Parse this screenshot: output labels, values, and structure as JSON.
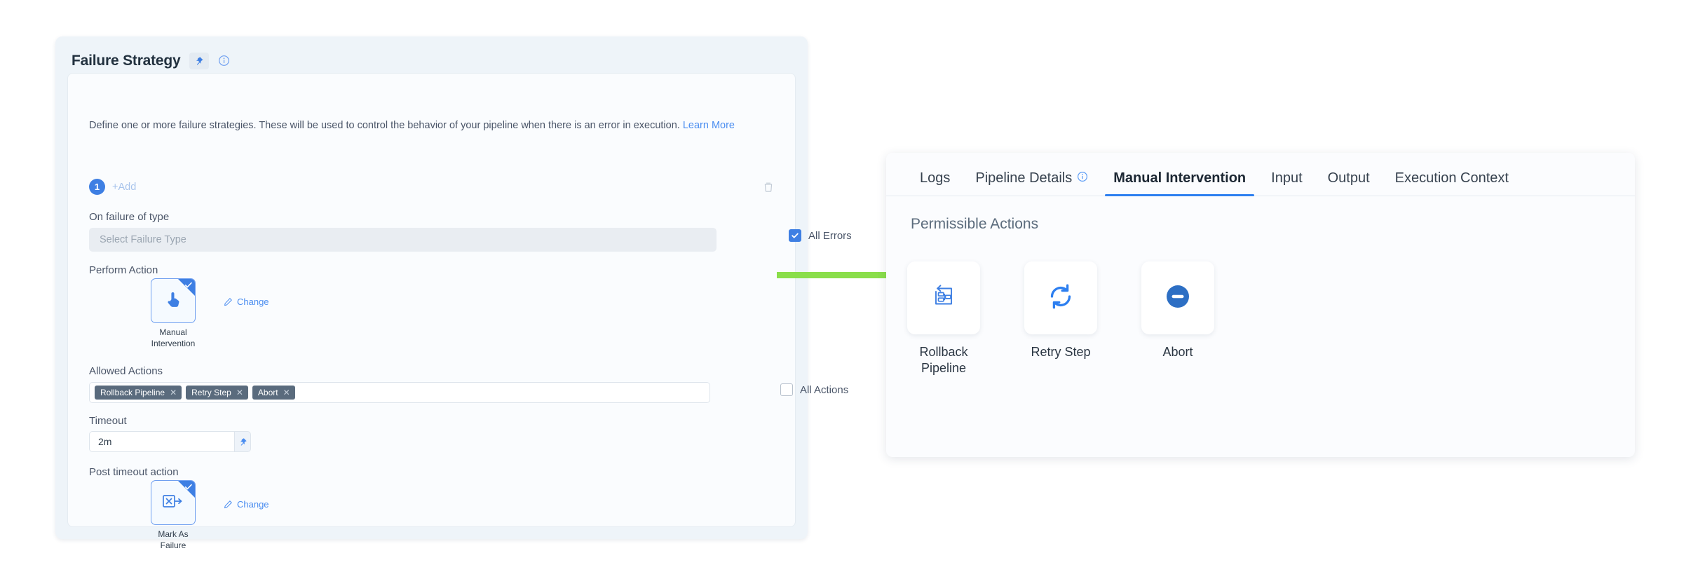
{
  "left_panel": {
    "title": "Failure Strategy",
    "pin_icon": "pin-icon",
    "info_icon": "info-icon",
    "description": "Define one or more failure strategies. These will be used to control the behavior of your pipeline when there is an error in execution.",
    "learn_more": "Learn More",
    "strategy_index": "1",
    "add_label": "+Add",
    "delete_icon": "trash-icon",
    "on_failure_label": "On failure of type",
    "failure_type_placeholder": "Select Failure Type",
    "all_errors_label": "All Errors",
    "all_errors_checked": true,
    "perform_action_label": "Perform Action",
    "perform_action_tile": "Manual\nIntervention",
    "perform_action_tile_line1": "Manual",
    "perform_action_tile_line2": "Intervention",
    "change_label": "Change",
    "allowed_actions_label": "Allowed Actions",
    "allowed_actions": [
      "Rollback Pipeline",
      "Retry Step",
      "Abort"
    ],
    "tag_remove_glyph": "✕",
    "all_actions_label": "All Actions",
    "all_actions_checked": false,
    "timeout_label": "Timeout",
    "timeout_value": "2m",
    "timeout_pin_icon": "pin-icon",
    "post_timeout_label": "Post timeout action",
    "post_timeout_tile_line1": "Mark As",
    "post_timeout_tile_line2": "Failure",
    "post_timeout_change_label": "Change"
  },
  "connector": {
    "name": "green-arrow",
    "color": "#8ade4a"
  },
  "right_panel": {
    "tabs": [
      {
        "label": "Logs",
        "active": false,
        "info_icon": false
      },
      {
        "label": "Pipeline Details",
        "active": false,
        "info_icon": true
      },
      {
        "label": "Manual Intervention",
        "active": true,
        "info_icon": false
      },
      {
        "label": "Input",
        "active": false,
        "info_icon": false
      },
      {
        "label": "Output",
        "active": false,
        "info_icon": false
      },
      {
        "label": "Execution Context",
        "active": false,
        "info_icon": false
      }
    ],
    "section_title": "Permissible Actions",
    "actions": [
      {
        "label_line1": "Rollback",
        "label_line2": "Pipeline",
        "icon": "rollback-pipeline-icon"
      },
      {
        "label_line1": "Retry Step",
        "label_line2": "",
        "icon": "retry-step-icon"
      },
      {
        "label_line1": "Abort",
        "label_line2": "",
        "icon": "abort-icon"
      }
    ],
    "active_tab_accent": "#2d7ff0"
  }
}
